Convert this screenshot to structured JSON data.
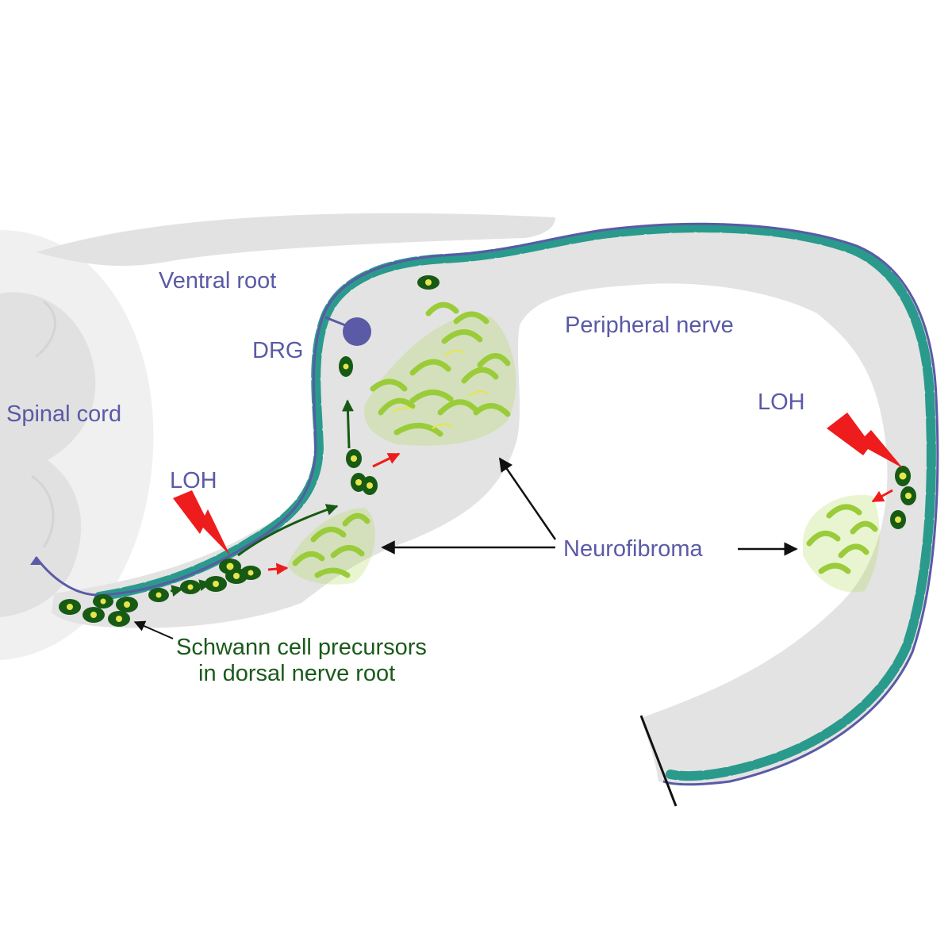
{
  "labels": {
    "spinal_cord": "Spinal cord",
    "ventral_root": "Ventral root",
    "drg": "DRG",
    "peripheral_nerve": "Peripheral nerve",
    "loh": "LOH",
    "neurofibroma": "Neurofibroma",
    "scp_line1": "Schwann cell precursors",
    "scp_line2": "in dorsal nerve root"
  },
  "colors": {
    "nerve_fill": "#e3e3e3",
    "spinal_cord_fill": "#f0f0f0",
    "spinal_cord_inner": "#e0e0e0",
    "axon_line": "#5a5aa6",
    "schwann_sheath": "#2a9a8c",
    "precursor_cell": "#175a14",
    "nucleus": "#e6e64a",
    "tumor_cell": "#9acc3a",
    "lightning": "#ee1c1c",
    "arrow_black": "#111111",
    "label_blue": "#5a5aa6",
    "label_green": "#1a5a1a"
  },
  "icons": [
    "lightning-bolt-icon",
    "arrow-icon",
    "neuron-soma-icon"
  ]
}
